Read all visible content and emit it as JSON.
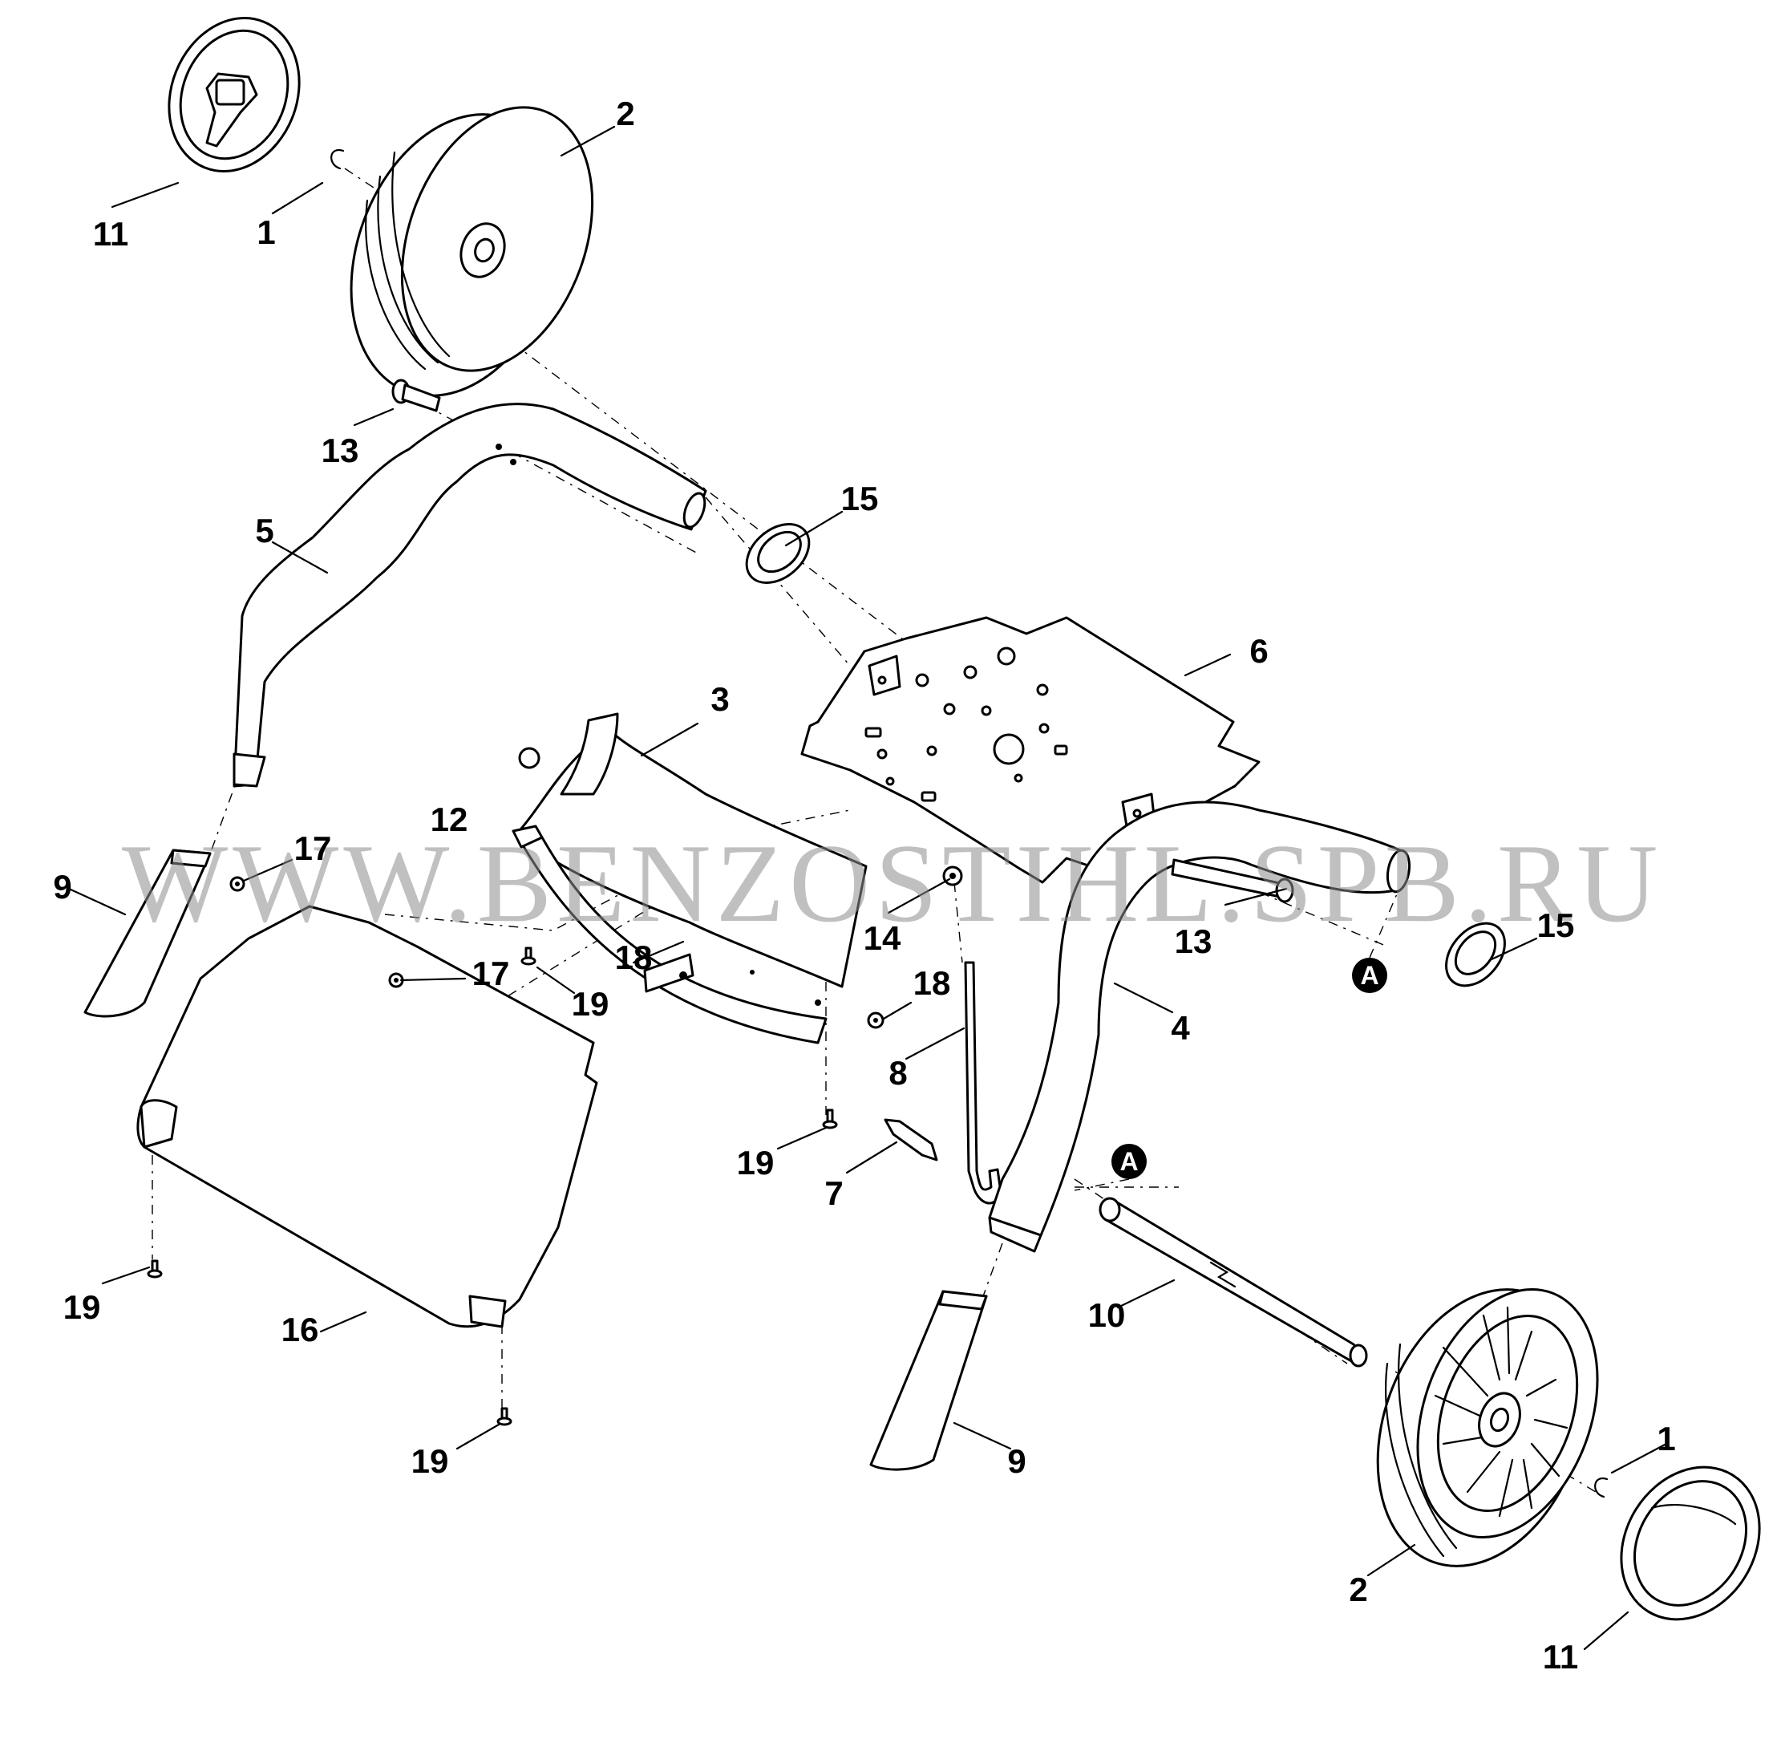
{
  "watermark": "WWW.BENZOSTIHL.SPB.RU",
  "callouts": {
    "c1_top": "1",
    "c2_top": "2",
    "c11_top": "11",
    "c13_top": "13",
    "c5": "5",
    "c15_top": "15",
    "c6": "6",
    "c3": "3",
    "c12": "12",
    "c9_left": "9",
    "c17_a": "17",
    "c18_a": "18",
    "c17_b": "17",
    "c19_a": "19",
    "c14": "14",
    "c18_b": "18",
    "c13_right": "13",
    "c15_right": "15",
    "c4": "4",
    "c8": "8",
    "c19_b": "19",
    "c7": "7",
    "c19_c": "19",
    "c16": "16",
    "c19_d": "19",
    "c10": "10",
    "c9_right": "9",
    "c1_bottom": "1",
    "c2_bottom": "2",
    "c11_bottom": "11"
  },
  "markers": {
    "a_right": "A",
    "a_axle": "A"
  }
}
